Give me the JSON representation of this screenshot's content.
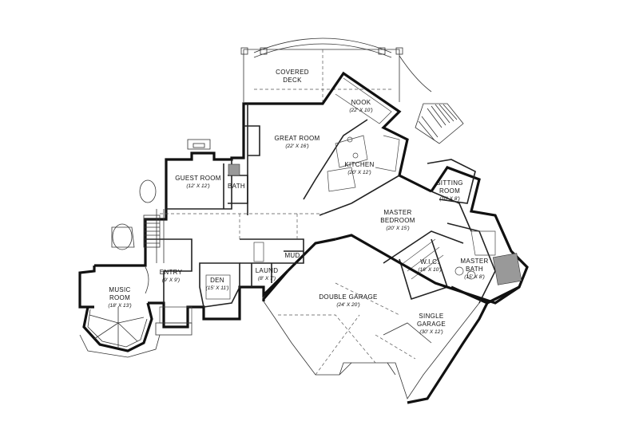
{
  "rooms": [
    {
      "key": "covered_deck",
      "line1": "COVERED",
      "line2": "DECK",
      "dim": ""
    },
    {
      "key": "nook",
      "line1": "NOOK",
      "line2": "",
      "dim": "(22' X 10')"
    },
    {
      "key": "great_room",
      "line1": "GREAT ROOM",
      "line2": "",
      "dim": "(22' X 16')"
    },
    {
      "key": "kitchen",
      "line1": "KITCHEN",
      "line2": "",
      "dim": "(20' X 12')"
    },
    {
      "key": "guest_room",
      "line1": "GUEST ROOM",
      "line2": "",
      "dim": "(12' X 12')"
    },
    {
      "key": "bath",
      "line1": "BATH",
      "line2": "",
      "dim": ""
    },
    {
      "key": "sitting_room",
      "line1": "SITTING",
      "line2": "ROOM",
      "dim": "(10' X 8')"
    },
    {
      "key": "master_bedroom",
      "line1": "MASTER",
      "line2": "BEDROOM",
      "dim": "(20' X 15')"
    },
    {
      "key": "wic",
      "line1": "W.I.C.",
      "line2": "",
      "dim": "(16' X 10')"
    },
    {
      "key": "master_bath",
      "line1": "MASTER",
      "line2": "BATH",
      "dim": "(15' X 8')"
    },
    {
      "key": "mud",
      "line1": "MUD",
      "line2": "",
      "dim": ""
    },
    {
      "key": "laund",
      "line1": "LAUND",
      "line2": "",
      "dim": "(8' X 7')"
    },
    {
      "key": "entry",
      "line1": "ENTRY",
      "line2": "",
      "dim": "(9' X 9')"
    },
    {
      "key": "den",
      "line1": "DEN",
      "line2": "",
      "dim": "(15' X 11')"
    },
    {
      "key": "music_room",
      "line1": "MUSIC",
      "line2": "ROOM",
      "dim": "(18' X 13')"
    },
    {
      "key": "double_garage",
      "line1": "DOUBLE GARAGE",
      "line2": "",
      "dim": "(24' X 20')"
    },
    {
      "key": "single_garage",
      "line1": "SINGLE",
      "line2": "GARAGE",
      "dim": "(30' X 12')"
    }
  ]
}
